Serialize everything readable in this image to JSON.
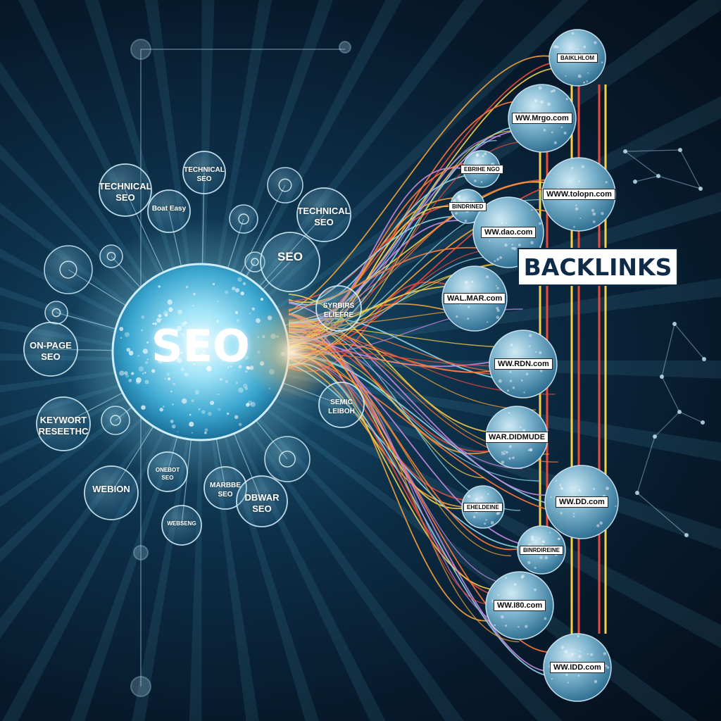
{
  "hub": {
    "label": "SEO"
  },
  "backlinks_title": "BACKLINKS",
  "topic_nodes": [
    {
      "name": "topic-technical-seo-1",
      "label": "TECHNICAL SEO"
    },
    {
      "name": "topic-technical-seo-2",
      "label": "TECHNICAL SEO"
    },
    {
      "name": "topic-boat-easy",
      "label": "Boat Easy"
    },
    {
      "name": "topic-technical-seo-3",
      "label": "TECHNICAL SEO"
    },
    {
      "name": "topic-seo",
      "label": "SEO"
    },
    {
      "name": "topic-on-page-seo",
      "label": "ON-PAGE SEO"
    },
    {
      "name": "topic-keyword-research",
      "label": "KEYWORT RESEETHC"
    },
    {
      "name": "topic-webion",
      "label": "WEBION"
    },
    {
      "name": "topic-onebot-seo",
      "label": "ONEBOT SEO"
    },
    {
      "name": "topic-marbbe-seo",
      "label": "MARBBE SEO"
    },
    {
      "name": "topic-dbwar-seo",
      "label": "DBWAR SEO"
    },
    {
      "name": "topic-webseng",
      "label": "WEBSENG"
    },
    {
      "name": "topic-small-1",
      "label": "SYRBIRS ELIEFRE"
    },
    {
      "name": "topic-small-2",
      "label": "SEMIC LEIBOH"
    }
  ],
  "backlink_sites": [
    "BAIKLHLOM",
    "WW.Mrgo.com",
    "WWW.tolopn.com",
    "EBRIHE NGO",
    "BINDRINED",
    "WW.dao.com",
    "WAL.MAR.com",
    "WW.RDN.com",
    "WAR.DIDMUDE",
    "WW.DD.com",
    "EHELDEINE",
    "BINRDIREINE",
    "WW.I80.com",
    "WW.IDD.com"
  ],
  "colors": {
    "background": "#071a2c",
    "hub_glow": "#bff4ff",
    "node_fill": "#4a8fb0",
    "line_colors": [
      "#f2a33a",
      "#e84a3c",
      "#f5d04a",
      "#8fd6e8",
      "#c48ae0",
      "#ff7a3a"
    ]
  }
}
